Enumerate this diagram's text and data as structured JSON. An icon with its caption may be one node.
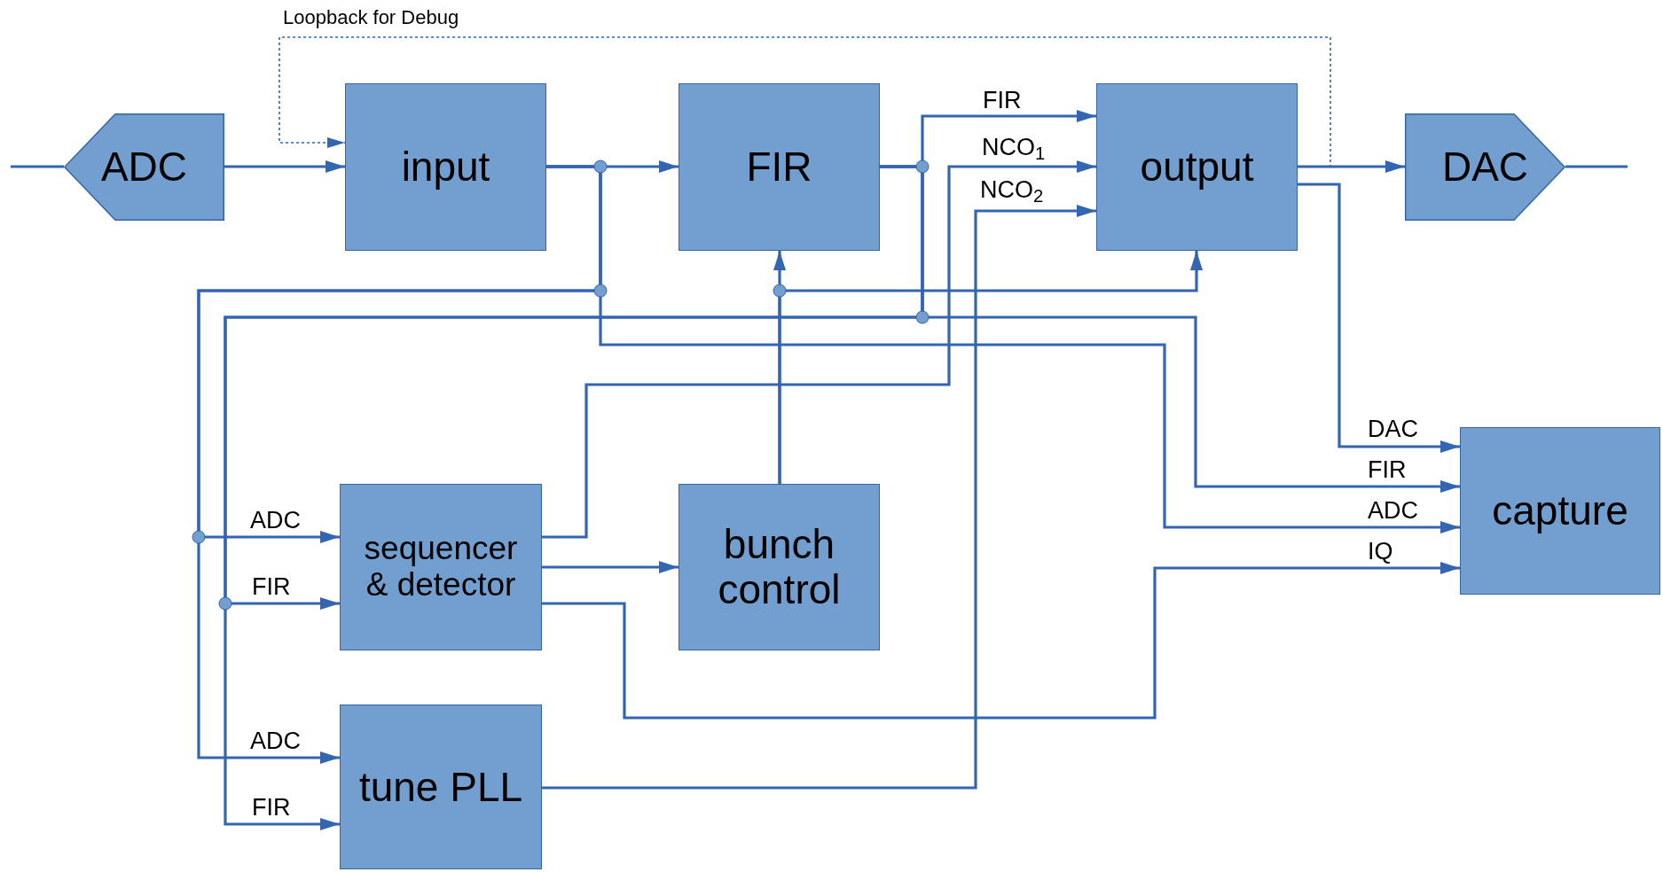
{
  "diagram": {
    "nodes": [
      {
        "text": [
          "ADC"
        ]
      },
      {
        "text": [
          "input"
        ]
      },
      {
        "text": [
          "FIR"
        ]
      },
      {
        "text": [
          "output"
        ]
      },
      {
        "text": [
          "DAC"
        ]
      },
      {
        "text": [
          "sequencer & detector"
        ]
      },
      {
        "text": [
          "bunch control"
        ]
      },
      {
        "text": [
          "tune PLL"
        ]
      },
      {
        "text": [
          "capture"
        ]
      }
    ],
    "edges": [
      {
        "from": null,
        "to": 0,
        "arrow": "none"
      },
      {
        "from": 0,
        "to": 1,
        "arrow": "to"
      },
      {
        "from": 3,
        "to": 1,
        "arrow": "to",
        "style": "dashed",
        "label": "Loopback for Debug"
      },
      {
        "from": 1,
        "to": 2,
        "arrow": "to"
      },
      {
        "from": 1,
        "to": 8,
        "arrow": "to",
        "label": "ADC"
      },
      {
        "from": 1,
        "to": 5,
        "arrow": "to",
        "label": "ADC"
      },
      {
        "from": 1,
        "to": 7,
        "arrow": "to",
        "label": "ADC"
      },
      {
        "from": 2,
        "to": 3,
        "arrow": "to",
        "label": "FIR"
      },
      {
        "from": 2,
        "to": 8,
        "arrow": "to",
        "label": "FIR"
      },
      {
        "from": 2,
        "to": 5,
        "arrow": "to",
        "label": "FIR"
      },
      {
        "from": 2,
        "to": 7,
        "arrow": "to",
        "label": "FIR"
      },
      {
        "from": 5,
        "to": 3,
        "arrow": "to",
        "label": "NCO$_{1}$"
      },
      {
        "from": 5,
        "to": 6,
        "arrow": "to"
      },
      {
        "from": 5,
        "to": 8,
        "arrow": "to",
        "label": "IQ"
      },
      {
        "from": 6,
        "to": 2,
        "arrow": "to"
      },
      {
        "from": 6,
        "to": 3,
        "arrow": "to"
      },
      {
        "from": 7,
        "to": 3,
        "arrow": "to",
        "label": "NCO$_{2}$"
      },
      {
        "from": 3,
        "to": 4,
        "arrow": "to"
      },
      {
        "from": 3,
        "to": 8,
        "arrow": "to",
        "label": "DAC"
      },
      {
        "from": 4,
        "to": null,
        "arrow": "none"
      }
    ]
  }
}
